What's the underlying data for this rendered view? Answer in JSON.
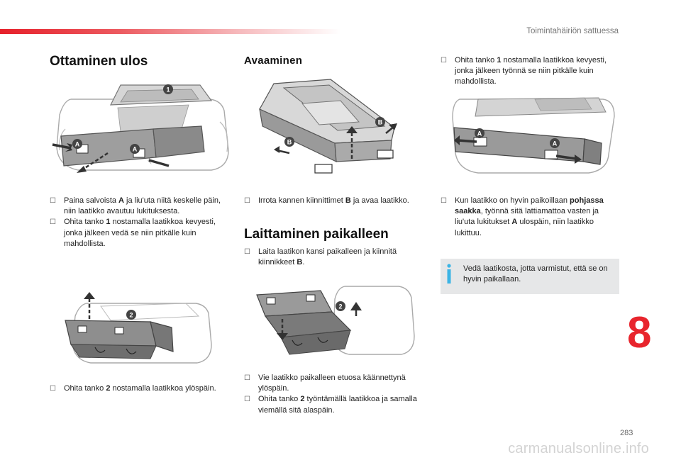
{
  "header": {
    "section_title": "Toimintahäiriön sattuessa"
  },
  "sections": {
    "taking_out": {
      "title": "Ottaminen ulos",
      "steps_1": [
        {
          "parts": [
            {
              "t": "Paina salvoista "
            },
            {
              "t": "A",
              "b": true
            },
            {
              "t": " ja liu'uta niitä keskelle päin, niin laatikko avautuu lukituksesta."
            }
          ]
        },
        {
          "parts": [
            {
              "t": "Ohita tanko "
            },
            {
              "t": "1",
              "b": true
            },
            {
              "t": " nostamalla laatikkoa kevyesti, jonka jälkeen vedä se niin pitkälle kuin mahdollista."
            }
          ]
        }
      ],
      "steps_2": [
        {
          "parts": [
            {
              "t": "Ohita tanko "
            },
            {
              "t": "2",
              "b": true
            },
            {
              "t": " nostamalla laatikkoa ylöspäin."
            }
          ]
        }
      ]
    },
    "opening": {
      "title": "Avaaminen",
      "steps": [
        {
          "parts": [
            {
              "t": "Irrota kannen kiinnittimet "
            },
            {
              "t": "B",
              "b": true
            },
            {
              "t": " ja avaa laatikko."
            }
          ]
        }
      ]
    },
    "putting_back": {
      "title": "Laittaminen paikalleen",
      "steps_1": [
        {
          "parts": [
            {
              "t": "Laita laatikon kansi paikalleen ja kiinnitä kiinnikkeet "
            },
            {
              "t": "B",
              "b": true
            },
            {
              "t": "."
            }
          ]
        }
      ],
      "steps_2": [
        {
          "parts": [
            {
              "t": "Vie laatikko paikalleen etuosa käännettynä ylöspäin."
            }
          ]
        },
        {
          "parts": [
            {
              "t": "Ohita tanko "
            },
            {
              "t": "2",
              "b": true
            },
            {
              "t": " työntämällä laatikkoa ja samalla viemällä sitä alaspäin."
            }
          ]
        }
      ]
    },
    "right_column": {
      "steps_1": [
        {
          "parts": [
            {
              "t": "Ohita tanko "
            },
            {
              "t": "1",
              "b": true
            },
            {
              "t": " nostamalla laatikkoa kevyesti, jonka jälkeen työnnä se niin pitkälle kuin mahdollista."
            }
          ]
        }
      ],
      "steps_2": [
        {
          "parts": [
            {
              "t": "Kun laatikko on hyvin paikoillaan "
            },
            {
              "t": "pohjassa saakka",
              "b": true
            },
            {
              "t": ", työnnä sitä lattiamattoa vasten ja liu'uta lukitukset "
            },
            {
              "t": "A",
              "b": true
            },
            {
              "t": " ulospäin, niin laatikko lukittuu."
            }
          ]
        }
      ]
    }
  },
  "info_box": {
    "text": "Vedä laatikosta, jotta varmistut, että se on hyvin paikallaan."
  },
  "chapter_number": "8",
  "page_number": "283",
  "watermark": "carmanualsonline.info",
  "illustration_labels": {
    "one": "1",
    "two": "2",
    "a": "A",
    "b": "B"
  },
  "colors": {
    "accent_red": "#e6202a",
    "info_blue": "#3bb4e5",
    "marker_gray": "#444444"
  }
}
